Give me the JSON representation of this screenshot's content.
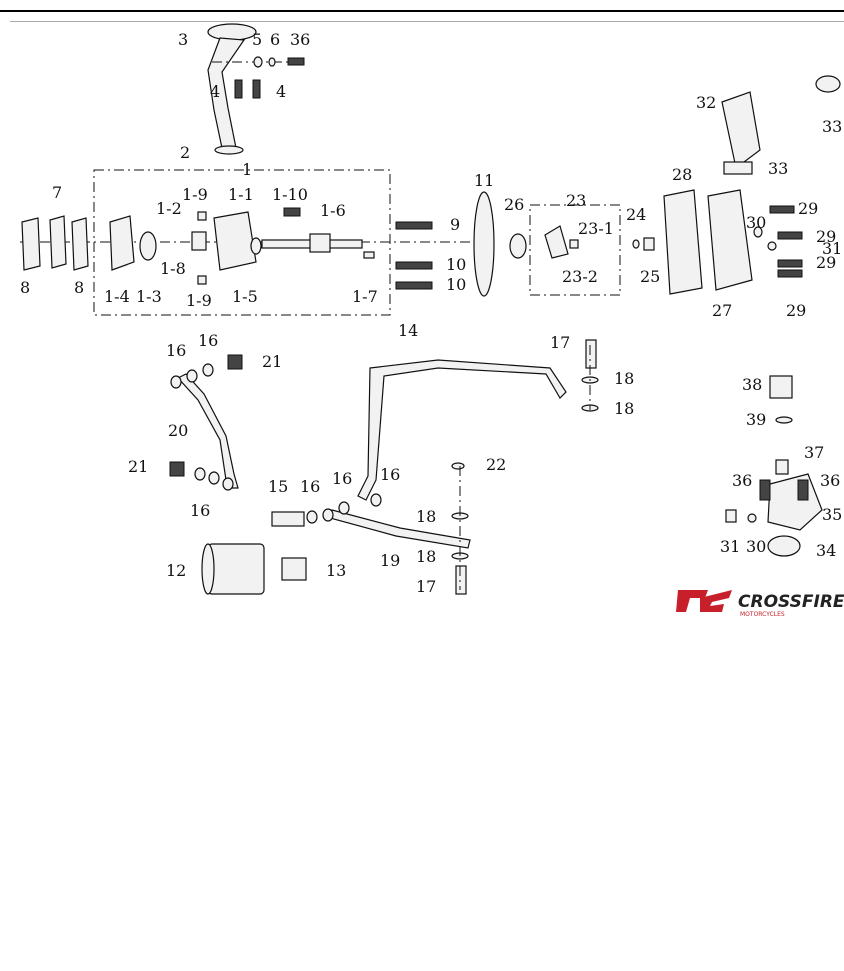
{
  "labels": [
    {
      "id": "3",
      "text": "3"
    },
    {
      "id": "5",
      "text": "5"
    },
    {
      "id": "6",
      "text": "6"
    },
    {
      "id": "36a",
      "text": "36"
    },
    {
      "id": "4a",
      "text": "4"
    },
    {
      "id": "4b",
      "text": "4"
    },
    {
      "id": "2",
      "text": "2"
    },
    {
      "id": "1",
      "text": "1"
    },
    {
      "id": "7",
      "text": "7"
    },
    {
      "id": "8a",
      "text": "8"
    },
    {
      "id": "8b",
      "text": "8"
    },
    {
      "id": "1-9a",
      "text": "1-9"
    },
    {
      "id": "1-1",
      "text": "1-1"
    },
    {
      "id": "1-10",
      "text": "1-10"
    },
    {
      "id": "1-2",
      "text": "1-2"
    },
    {
      "id": "1-6",
      "text": "1-6"
    },
    {
      "id": "9",
      "text": "9"
    },
    {
      "id": "1-8",
      "text": "1-8"
    },
    {
      "id": "1-4",
      "text": "1-4"
    },
    {
      "id": "1-3",
      "text": "1-3"
    },
    {
      "id": "1-5",
      "text": "1-5"
    },
    {
      "id": "1-9b",
      "text": "1-9"
    },
    {
      "id": "10a",
      "text": "10"
    },
    {
      "id": "10b",
      "text": "10"
    },
    {
      "id": "1-7",
      "text": "1-7"
    },
    {
      "id": "11",
      "text": "11"
    },
    {
      "id": "26",
      "text": "26"
    },
    {
      "id": "23",
      "text": "23"
    },
    {
      "id": "23-1",
      "text": "23-1"
    },
    {
      "id": "24",
      "text": "24"
    },
    {
      "id": "23-2",
      "text": "23-2"
    },
    {
      "id": "25",
      "text": "25"
    },
    {
      "id": "28",
      "text": "28"
    },
    {
      "id": "32",
      "text": "32"
    },
    {
      "id": "33a",
      "text": "33"
    },
    {
      "id": "33b",
      "text": "33"
    },
    {
      "id": "29a",
      "text": "29"
    },
    {
      "id": "30a",
      "text": "30"
    },
    {
      "id": "29b",
      "text": "29"
    },
    {
      "id": "31a",
      "text": "31"
    },
    {
      "id": "29c",
      "text": "29"
    },
    {
      "id": "27",
      "text": "27"
    },
    {
      "id": "29d",
      "text": "29"
    },
    {
      "id": "14",
      "text": "14"
    },
    {
      "id": "16a",
      "text": "16"
    },
    {
      "id": "16b",
      "text": "16"
    },
    {
      "id": "21a",
      "text": "21"
    },
    {
      "id": "17a",
      "text": "17"
    },
    {
      "id": "18a",
      "text": "18"
    },
    {
      "id": "18b",
      "text": "18"
    },
    {
      "id": "38",
      "text": "38"
    },
    {
      "id": "39",
      "text": "39"
    },
    {
      "id": "20",
      "text": "20"
    },
    {
      "id": "22",
      "text": "22"
    },
    {
      "id": "37",
      "text": "37"
    },
    {
      "id": "21b",
      "text": "21"
    },
    {
      "id": "36b",
      "text": "36"
    },
    {
      "id": "36c",
      "text": "36"
    },
    {
      "id": "15",
      "text": "15"
    },
    {
      "id": "16c",
      "text": "16"
    },
    {
      "id": "16d",
      "text": "16"
    },
    {
      "id": "16e",
      "text": "16"
    },
    {
      "id": "16f",
      "text": "16"
    },
    {
      "id": "18c",
      "text": "18"
    },
    {
      "id": "35",
      "text": "35"
    },
    {
      "id": "19",
      "text": "19"
    },
    {
      "id": "31b",
      "text": "31"
    },
    {
      "id": "30b",
      "text": "30"
    },
    {
      "id": "34",
      "text": "34"
    },
    {
      "id": "18d",
      "text": "18"
    },
    {
      "id": "12",
      "text": "12"
    },
    {
      "id": "13",
      "text": "13"
    },
    {
      "id": "17b",
      "text": "17"
    }
  ],
  "logo": {
    "brand": "CROSSFIRE",
    "sub": "MOTORCYCLES",
    "color": "#c8202b"
  }
}
